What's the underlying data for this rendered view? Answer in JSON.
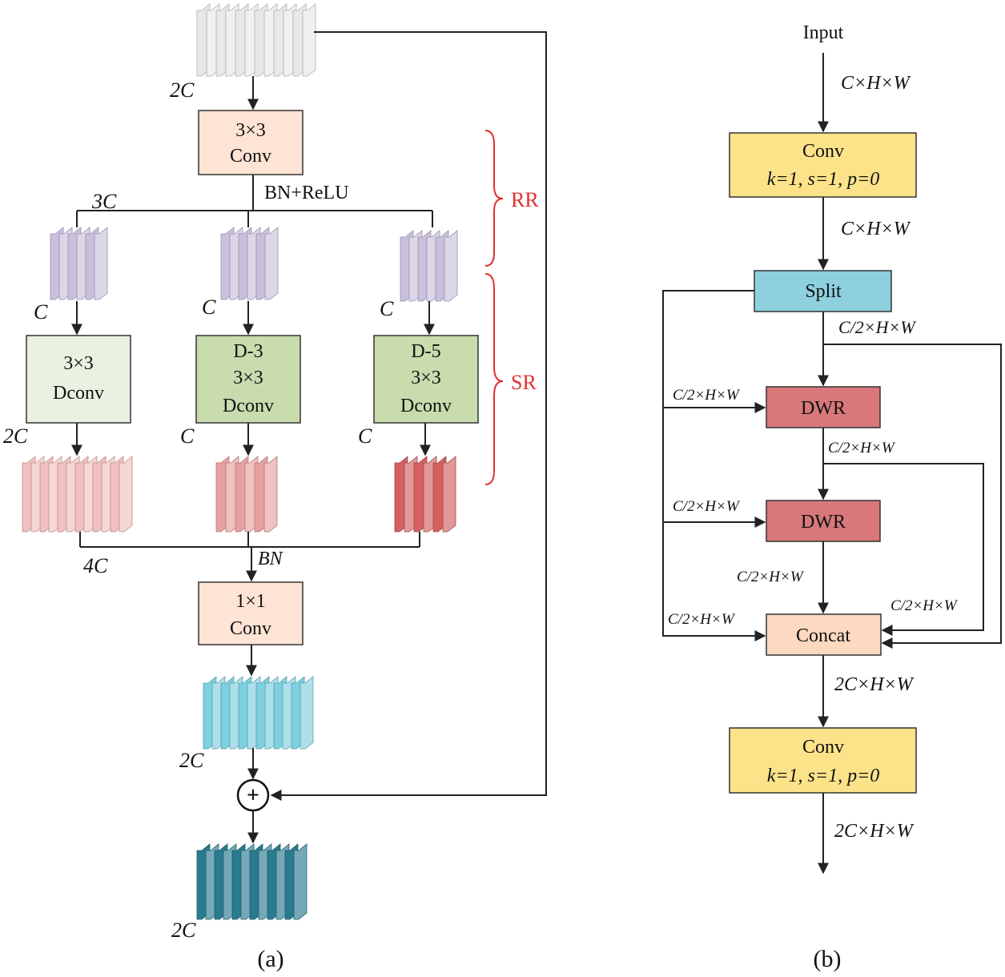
{
  "panel_a": {
    "caption": "(a)",
    "labels": {
      "in_ch": "2C",
      "conv3_line1": "3×3",
      "conv3_line2": "Conv",
      "bn_relu": "BN+ReLU",
      "ch_3c": "3C",
      "c1": "C",
      "c2": "C",
      "c3": "C",
      "dconv1_l1": "3×3",
      "dconv1_l2": "Dconv",
      "dconv2_l1": "D-3",
      "dconv2_l2": "3×3",
      "dconv2_l3": "Dconv",
      "dconv3_l1": "D-5",
      "dconv3_l2": "3×3",
      "dconv3_l3": "Dconv",
      "out1": "2C",
      "out2": "C",
      "out3": "C",
      "ch_4c": "4C",
      "bn": "BN",
      "conv1_line1": "1×1",
      "conv1_line2": "Conv",
      "ch_2c_mid": "2C",
      "ch_2c_out": "2C",
      "rr": "RR",
      "sr": "SR",
      "plus": "+"
    },
    "colors": {
      "input": "#e8e8e8",
      "purple": "#c9c0dd",
      "pink_light": "#f2c0c0",
      "pink_mid": "#e8a0a0",
      "red": "#d46060",
      "cyan": "#7dd0e0",
      "teal": "#2a7a90",
      "conv_box": "#fde4d4",
      "dconv_light": "#eaf1e0",
      "dconv_dark": "#c8dcae",
      "bracket": "#e03030"
    }
  },
  "panel_b": {
    "caption": "(b)",
    "labels": {
      "input": "Input",
      "dim_in": "C×H×W",
      "conv1_l1": "Conv",
      "conv1_l2": "k=1, s=1, p=0",
      "dim_after_conv": "C×H×W",
      "split": "Split",
      "dim_split_out": "C/2×H×W",
      "dim_left1": "C/2×H×W",
      "dwr1": "DWR",
      "dim_dwr1_out": "C/2×H×W",
      "dim_left2": "C/2×H×W",
      "dwr2": "DWR",
      "dim_dwr2_out": "C/2×H×W",
      "dim_right": "C/2×H×W",
      "dim_left3": "C/2×H×W",
      "concat": "Concat",
      "dim_concat_out": "2C×H×W",
      "conv2_l1": "Conv",
      "conv2_l2": "k=1, s=1, p=0",
      "dim_out": "2C×H×W"
    },
    "colors": {
      "conv": "#fce38a",
      "split": "#8ed0de",
      "dwr": "#d8787a",
      "concat": "#fcd9c0"
    }
  }
}
